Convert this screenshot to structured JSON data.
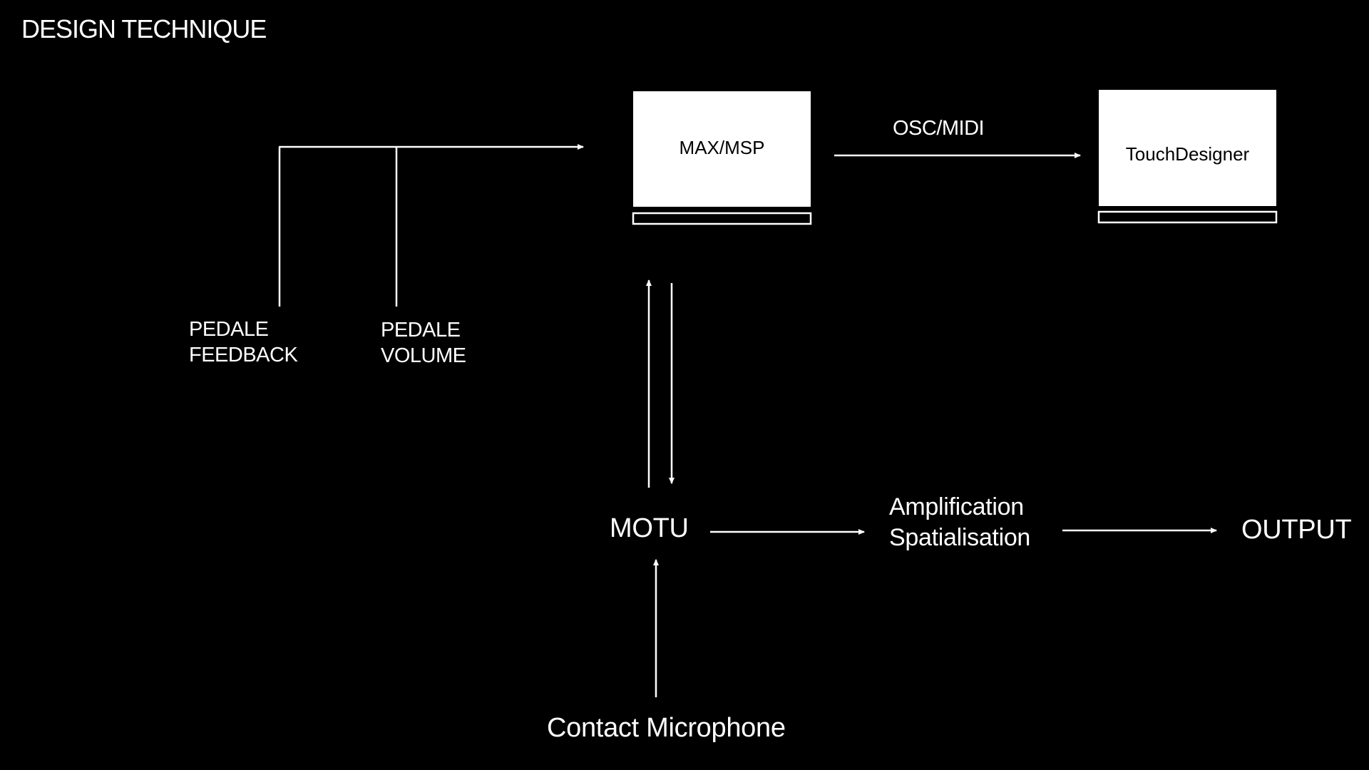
{
  "title": "DESIGN TECHNIQUE",
  "nodes": {
    "pedale_feedback": [
      "PEDALE",
      "FEEDBACK"
    ],
    "pedale_volume": [
      "PEDALE",
      "VOLUME"
    ],
    "max_msp": "MAX/MSP",
    "touchdesigner": "TouchDesigner",
    "osc_midi": "OSC/MIDI",
    "motu": "MOTU",
    "amplification": [
      "Amplification",
      "Spatialisation"
    ],
    "output": "OUTPUT",
    "contact_microphone": "Contact Microphone"
  },
  "colors": {
    "background": "#000000",
    "foreground": "#ffffff"
  }
}
